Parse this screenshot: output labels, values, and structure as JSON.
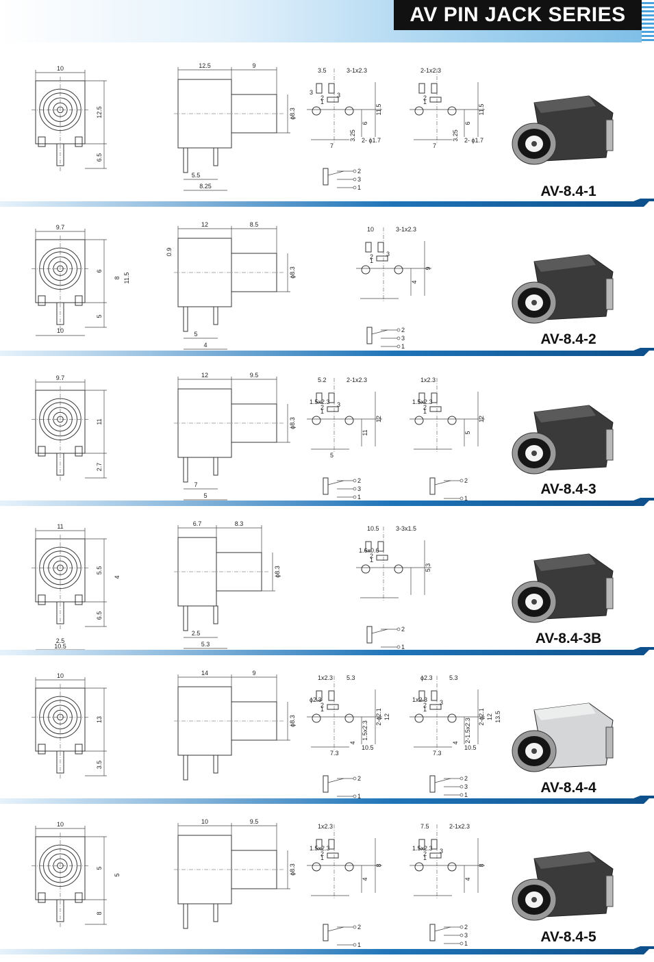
{
  "header": {
    "title": "AV PIN JACK SERIES"
  },
  "colors": {
    "accent": "#1f74b8",
    "header_bg": "#111111",
    "gradient": "#9ecfee"
  },
  "rows": [
    {
      "model": "AV-8.4-1",
      "front": {
        "top": "10",
        "right_a": "12.5",
        "right_b": "6.5"
      },
      "side": {
        "top_a": "12.5",
        "top_b": "9",
        "dia": "ϕ8.3",
        "bot_a": "5.5",
        "bot_b": "8.25"
      },
      "pcb1": {
        "d1": "3.5",
        "d2": "3-1x2.3",
        "d3": "3",
        "d4": "11.5",
        "d5": "6",
        "d6": "7",
        "d7": "3.25",
        "d8": "2- ϕ1.7",
        "p1": "1",
        "p2": "2",
        "p3": "3"
      },
      "pcb2": {
        "d1": "2-1x2.3",
        "d4": "11.5",
        "d5": "6",
        "d6": "7",
        "d7": "3.25",
        "d8": "2- ϕ1.7",
        "p1": "1",
        "p2": "2"
      },
      "sch": [
        "2",
        "3",
        "1"
      ]
    },
    {
      "model": "AV-8.4-2",
      "front": {
        "top": "9.7",
        "right_a": "6",
        "right_b": "5",
        "right_c": "8",
        "right_d": "11.5",
        "bottom": "10"
      },
      "side": {
        "top_a": "12",
        "top_b": "8.5",
        "left": "0.9",
        "dia": "ϕ8.3",
        "bot_a": "5",
        "bot_b": "4"
      },
      "pcb1": {
        "d1": "10",
        "d2": "3-1x2.3",
        "d4": "9",
        "d5": "4",
        "p1": "1",
        "p2": "2",
        "p3": "3"
      },
      "sch": [
        "2",
        "3",
        "1"
      ]
    },
    {
      "model": "AV-8.4-3",
      "front": {
        "top": "9.7",
        "right_a": "11",
        "right_b": "2.7"
      },
      "side": {
        "top_a": "12",
        "top_b": "9.5",
        "dia": "ϕ8.3",
        "bot_a": "7",
        "bot_b": "5"
      },
      "pcb1": {
        "d1": "5.2",
        "d2": "2-1x2.3",
        "d3": "1.5x2.3",
        "d4": "12",
        "d5": "11",
        "d6": "5",
        "p1": "1",
        "p2": "2",
        "p3": "3"
      },
      "pcb2": {
        "d1": "1x2.3",
        "d3": "1.5x2.3",
        "d4": "12",
        "d5": "5",
        "p1": "1",
        "p2": "2"
      },
      "sch": [
        "2",
        "3",
        "1"
      ],
      "sch2": [
        "2",
        "1"
      ]
    },
    {
      "model": "AV-8.4-3B",
      "front": {
        "top": "11",
        "right_a": "5.5",
        "right_b": "6.5",
        "right_c": "4",
        "bot_a": "2.5",
        "bot_b": "10.5"
      },
      "side": {
        "top_a": "6.7",
        "top_b": "8.3",
        "dia": "ϕ8.3",
        "bot_a": "2.5",
        "bot_b": "5.3"
      },
      "pcb1": {
        "d1": "10.5",
        "d2": "3-3x1.5",
        "d3": "1.6x0.6",
        "d4": "5.3",
        "p1": "1",
        "p2": "2"
      },
      "sch": [
        "2",
        "1"
      ]
    },
    {
      "model": "AV-8.4-4",
      "front": {
        "top": "10",
        "right_a": "13",
        "right_b": "3.5"
      },
      "side": {
        "top_a": "14",
        "top_b": "9",
        "dia": "ϕ8.3"
      },
      "pcb1": {
        "d1": "1x2.3",
        "d2": "5.3",
        "d3": "ϕ2.3",
        "d4": "2-ϕ2.1",
        "d5": "1.5x2.3",
        "d6": "7.3",
        "d7": "4",
        "d8": "10.5",
        "d9": "12",
        "p1": "1",
        "p2": "2"
      },
      "pcb2": {
        "d1": "ϕ2.3",
        "d2": "5.3",
        "d3": "1x2.3",
        "d4": "2-ϕ2.1",
        "d5": "2-1.5x2.3",
        "d6": "7.3",
        "d7": "4",
        "d8": "10.5",
        "d9": "12",
        "d10": "13.5",
        "p1": "1",
        "p2": "2",
        "p3": "3"
      },
      "sch": [
        "2",
        "1"
      ],
      "sch2": [
        "2",
        "3",
        "1"
      ]
    },
    {
      "model": "AV-8.4-5",
      "front": {
        "top": "10",
        "right_a": "5",
        "right_b": "8",
        "right_c": "5"
      },
      "side": {
        "top_a": "10",
        "top_b": "9.5",
        "dia": "ϕ8.3"
      },
      "pcb1": {
        "d1": "1x2.3",
        "d3": "1.5x2.3",
        "d4": "8",
        "d5": "4",
        "p1": "1",
        "p2": "2"
      },
      "pcb2": {
        "d1": "7.5",
        "d2": "2-1x2.3",
        "d3": "1.5x2.3",
        "d4": "8",
        "d5": "4",
        "p1": "1",
        "p2": "2",
        "p3": "3"
      },
      "sch": [
        "2",
        "1"
      ],
      "sch2": [
        "2",
        "3",
        "1"
      ]
    }
  ]
}
